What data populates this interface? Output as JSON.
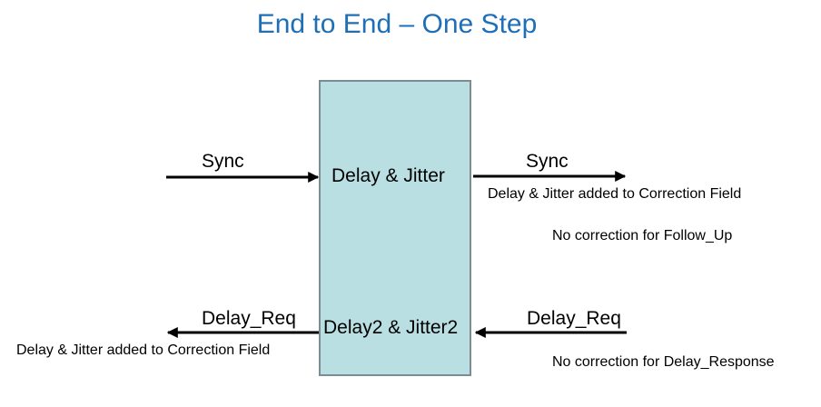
{
  "title": "End to End – One Step",
  "box": {
    "top_label": "Delay & Jitter",
    "bottom_label": "Delay2 & Jitter2"
  },
  "left_in": {
    "label": "Sync"
  },
  "right_out": {
    "label": "Sync",
    "note": "Delay & Jitter added to Correction Field",
    "note2": "No correction for Follow_Up"
  },
  "right_in": {
    "label": "Delay_Req",
    "note": "No correction for Delay_Response"
  },
  "left_out": {
    "label": "Delay_Req",
    "note": "Delay & Jitter added to Correction Field"
  },
  "colors": {
    "title": "#1f6fb7",
    "box_fill": "#b9dfe3",
    "box_border": "#7b8d92",
    "arrow": "#000000"
  }
}
